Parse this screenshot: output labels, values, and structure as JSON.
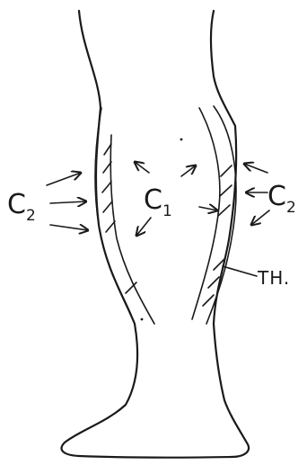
{
  "labels": {
    "c2_left": {
      "main": "C",
      "sub": "2"
    },
    "c1_center": {
      "main": "C",
      "sub": "1"
    },
    "c2_right": {
      "main": "C",
      "sub": "2"
    },
    "th": "TH."
  }
}
